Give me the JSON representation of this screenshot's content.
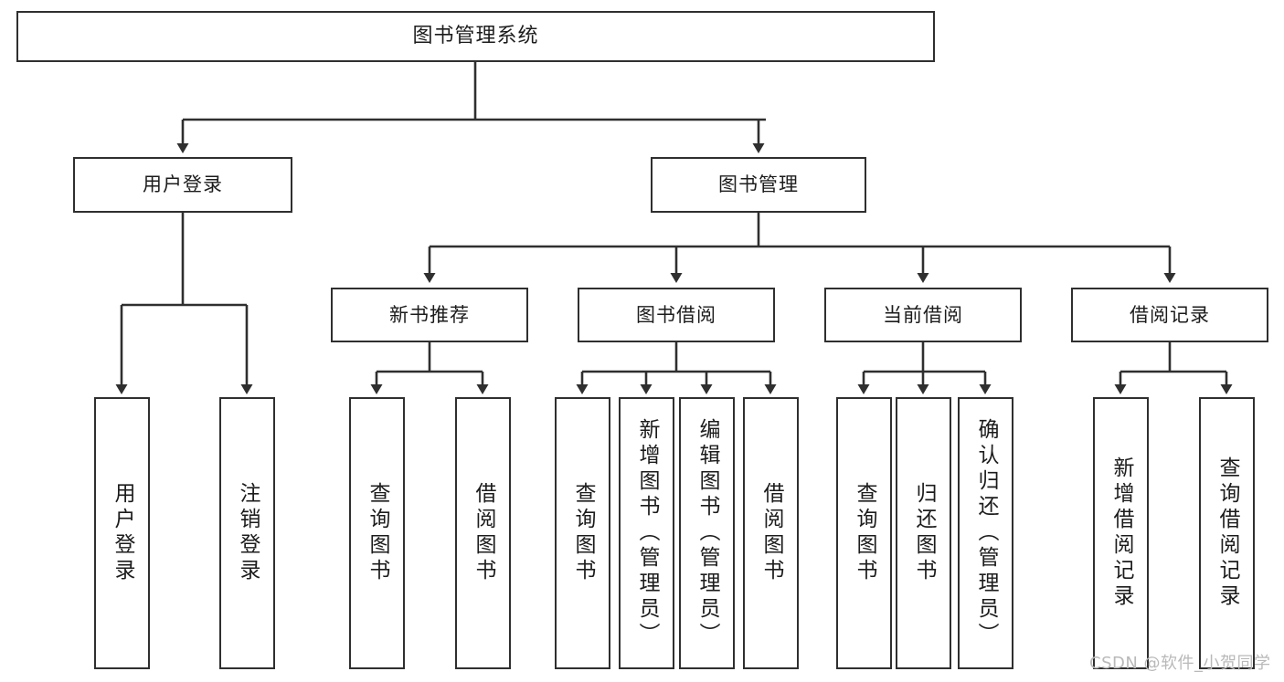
{
  "diagram": {
    "title": "图书管理系统",
    "type": "tree-hierarchy",
    "root": {
      "id": "root",
      "label": "图书管理系统"
    },
    "level1": [
      {
        "id": "user-login",
        "label": "用户登录"
      },
      {
        "id": "book-manage",
        "label": "图书管理"
      }
    ],
    "level2": [
      {
        "id": "new-book-rec",
        "label": "新书推荐",
        "parent": "book-manage"
      },
      {
        "id": "book-borrow",
        "label": "图书借阅",
        "parent": "book-manage"
      },
      {
        "id": "current-borrow",
        "label": "当前借阅",
        "parent": "book-manage"
      },
      {
        "id": "borrow-record",
        "label": "借阅记录",
        "parent": "book-manage"
      }
    ],
    "leaves": {
      "user_login": [
        {
          "id": "leaf-user-login",
          "label": "用户登录"
        },
        {
          "id": "leaf-logout",
          "label": "注销登录"
        }
      ],
      "new_book_rec": [
        {
          "id": "leaf-query-book-1",
          "label": "查询图书"
        },
        {
          "id": "leaf-borrow-book-1",
          "label": "借阅图书"
        }
      ],
      "book_borrow": [
        {
          "id": "leaf-query-book-2",
          "label": "查询图书"
        },
        {
          "id": "leaf-add-book",
          "label": "新增图书（管理员）"
        },
        {
          "id": "leaf-edit-book",
          "label": "编辑图书（管理员）"
        },
        {
          "id": "leaf-borrow-book-2",
          "label": "借阅图书"
        }
      ],
      "current_borrow": [
        {
          "id": "leaf-query-book-3",
          "label": "查询图书"
        },
        {
          "id": "leaf-return-book",
          "label": "归还图书"
        },
        {
          "id": "leaf-confirm-return",
          "label": "确认归还（管理员）"
        }
      ],
      "borrow_record": [
        {
          "id": "leaf-add-record",
          "label": "新增借阅记录"
        },
        {
          "id": "leaf-query-record",
          "label": "查询借阅记录"
        }
      ]
    }
  },
  "watermark": {
    "text": "CSDN @软件_小贺同学"
  },
  "colors": {
    "stroke": "#2f2f2f",
    "background": "#ffffff",
    "text": "#1c1c1c",
    "watermark": "#b9b9b9"
  }
}
